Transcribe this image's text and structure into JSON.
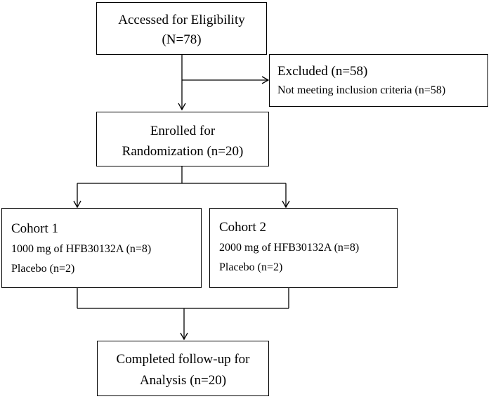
{
  "diagram": {
    "eligibility": {
      "line1": "Accessed for Eligibility",
      "line2": "(N=78)"
    },
    "excluded": {
      "title": "Excluded (n=58)",
      "detail": "Not meeting inclusion criteria (n=58)"
    },
    "enrolled": {
      "line1": "Enrolled for",
      "line2": "Randomization (n=20)"
    },
    "cohort1": {
      "title": "Cohort 1",
      "dose": "1000 mg of HFB30132A (n=8)",
      "placebo": "Placebo (n=2)"
    },
    "cohort2": {
      "title": "Cohort 2",
      "dose": "2000 mg of HFB30132A (n=8)",
      "placebo": "Placebo (n=2)"
    },
    "completed": {
      "line1": "Completed follow-up for",
      "line2": "Analysis (n=20)"
    }
  }
}
